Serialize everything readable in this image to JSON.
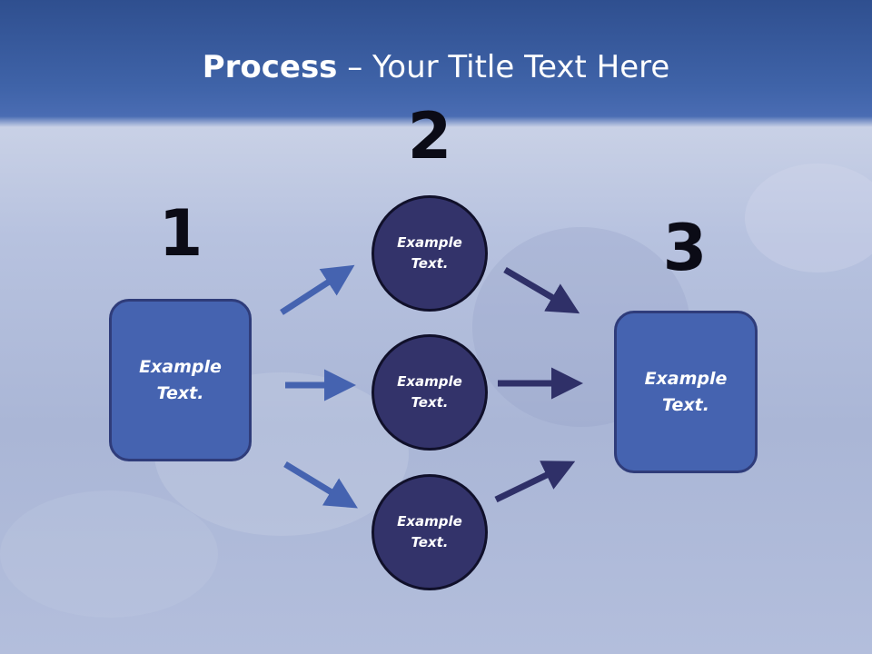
{
  "title": {
    "bold": "Process",
    "rest": " – Your Title Text Here"
  },
  "steps": [
    {
      "number": "1",
      "text_line1": "Example",
      "text_line2": "Text."
    },
    {
      "number": "2"
    },
    {
      "number": "3",
      "text_line1": "Example",
      "text_line2": "Text."
    }
  ],
  "circles": [
    {
      "text_line1": "Example",
      "text_line2": "Text."
    },
    {
      "text_line1": "Example",
      "text_line2": "Text."
    },
    {
      "text_line1": "Example",
      "text_line2": "Text."
    }
  ],
  "colors": {
    "header": "#3f63a8",
    "box_fill": "#4563b0",
    "circle_fill": "#33336a",
    "arrow_left": "#4563b0",
    "arrow_right": "#2f3068"
  }
}
